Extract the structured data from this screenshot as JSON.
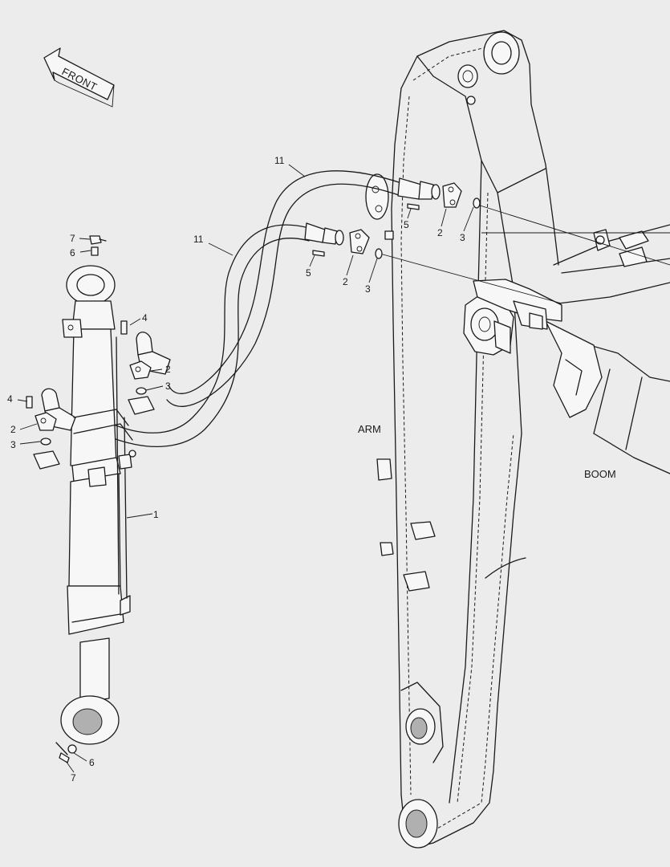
{
  "diagram": {
    "front_arrow_text": "FRONT",
    "region_labels": {
      "arm": "ARM",
      "boom": "BOOM"
    },
    "callouts": {
      "c1": "1",
      "c2_left": "2",
      "c3_left": "3",
      "c4_left": "4",
      "c2_mid": "2",
      "c3_mid": "3",
      "c4_mid": "4",
      "c6_top": "6",
      "c7_top": "7",
      "c6_bot": "6",
      "c7_bot": "7",
      "c11_upper": "11",
      "c11_lower": "11",
      "c5_a": "5",
      "c2_a": "2",
      "c3_a": "3",
      "c5_b": "5",
      "c2_b": "2",
      "c3_b": "3"
    }
  }
}
